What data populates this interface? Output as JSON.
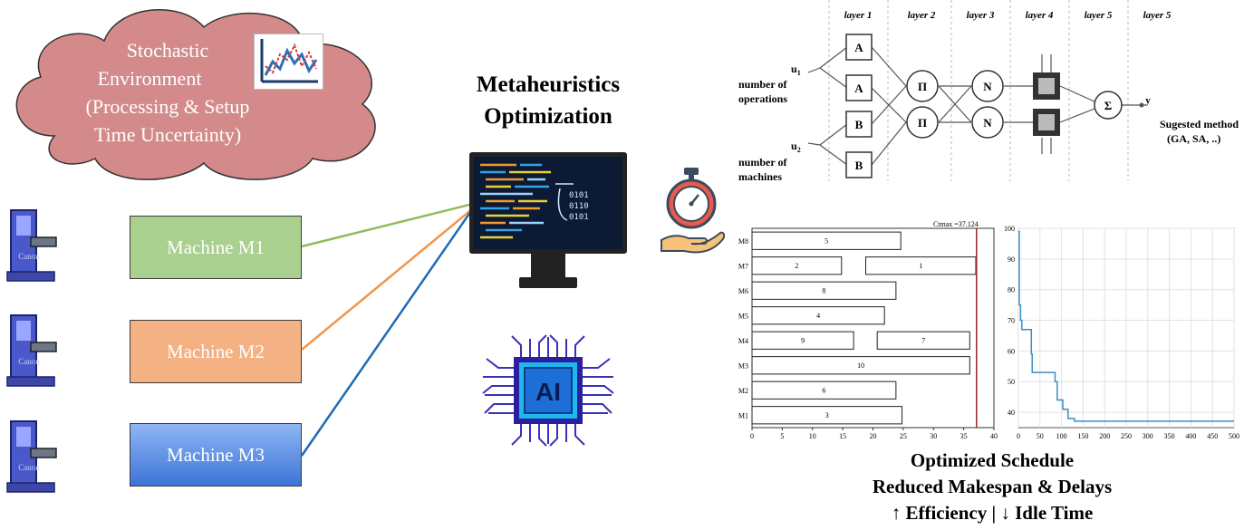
{
  "cloud": {
    "lines": [
      "Stochastic",
      "Environment",
      "(Processing & Setup",
      "Time Uncertainty)"
    ]
  },
  "machines": [
    {
      "label": "Machine M1",
      "color": "#a9d08e",
      "link_color": "#8fbc5a"
    },
    {
      "label": "Machine M2",
      "color": "#f4b183",
      "link_color": "#f0964a"
    },
    {
      "label": "Machine M3",
      "color": "#4a7fdc",
      "link_color": "#1f6bb5"
    }
  ],
  "machine_icon_label": "Canon",
  "center": {
    "title_lines": [
      "Metaheuristics",
      "Optimization"
    ],
    "ai_label": "AI"
  },
  "anfis": {
    "layers": [
      "layer 1",
      "layer 2",
      "layer 3",
      "layer 4",
      "layer 5",
      "layer 5"
    ],
    "inputs": [
      {
        "var": "u",
        "sub": "1",
        "label_lines": [
          "number of",
          "operations"
        ]
      },
      {
        "var": "u",
        "sub": "2",
        "label_lines": [
          "number of",
          "machines"
        ]
      }
    ],
    "output": "y",
    "output_label_lines": [
      "Sugested method",
      "(GA, SA, ..)"
    ]
  },
  "chart_data": [
    {
      "type": "gantt",
      "ctmax_label": "Ctmax =37.124",
      "ctmax": 37.124,
      "xlim": [
        0,
        40
      ],
      "xticks": [
        0,
        5,
        10,
        15,
        20,
        25,
        30,
        35,
        40
      ],
      "machines": [
        "M8",
        "M7",
        "M6",
        "M5",
        "M4",
        "M3",
        "M2",
        "M1"
      ],
      "tasks": [
        {
          "machine": "M8",
          "job": "5",
          "start": 0,
          "end": 24.6
        },
        {
          "machine": "M7",
          "job": "2",
          "start": 0,
          "end": 14.8
        },
        {
          "machine": "M7",
          "job": "1",
          "start": 18.8,
          "end": 37.0
        },
        {
          "machine": "M6",
          "job": "8",
          "start": 0,
          "end": 23.8
        },
        {
          "machine": "M5",
          "job": "4",
          "start": 0,
          "end": 21.9
        },
        {
          "machine": "M4",
          "job": "9",
          "start": 0,
          "end": 16.8
        },
        {
          "machine": "M4",
          "job": "7",
          "start": 20.7,
          "end": 36.0
        },
        {
          "machine": "M3",
          "job": "10",
          "start": 0,
          "end": 36.0
        },
        {
          "machine": "M2",
          "job": "6",
          "start": 0,
          "end": 23.8
        },
        {
          "machine": "M1",
          "job": "3",
          "start": 0,
          "end": 24.8
        }
      ]
    },
    {
      "type": "line",
      "xlim": [
        0,
        500
      ],
      "ylim": [
        35,
        100
      ],
      "xticks": [
        0,
        50,
        100,
        150,
        200,
        250,
        300,
        350,
        400,
        450,
        500
      ],
      "yticks": [
        40,
        50,
        60,
        70,
        80,
        90,
        100
      ],
      "grid": true,
      "x": [
        0,
        2,
        5,
        8,
        12,
        30,
        32,
        38,
        80,
        85,
        90,
        100,
        103,
        110,
        115,
        130,
        500
      ],
      "y": [
        99,
        75,
        70,
        67,
        67,
        59,
        53,
        53,
        53,
        50,
        44,
        44,
        41,
        41,
        38,
        37.1,
        37.1
      ]
    }
  ],
  "summary": {
    "lines": [
      "Optimized Schedule",
      "Reduced Makespan & Delays",
      "↑ Efficiency | ↓ Idle Time"
    ]
  }
}
